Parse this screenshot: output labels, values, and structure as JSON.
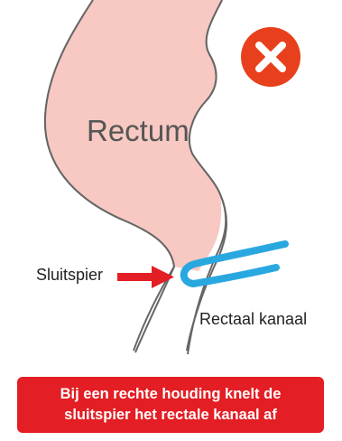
{
  "labels": {
    "rectum": "Rectum",
    "sphincter": "Sluitspier",
    "anal_canal": "Rectaal kanaal"
  },
  "icons": {
    "status": "cross-circle-icon"
  },
  "caption": {
    "line1": "Bij een rechte houding knelt de",
    "line2": "sluitspier het rectale kanaal af"
  },
  "colors": {
    "rectum_fill": "#f7c9c2",
    "outline": "#666666",
    "muscle": "#29a8e0",
    "arrow": "#e31e24",
    "status_icon": "#e8401c",
    "caption_background": "#e31e24",
    "caption_text": "#ffffff"
  }
}
